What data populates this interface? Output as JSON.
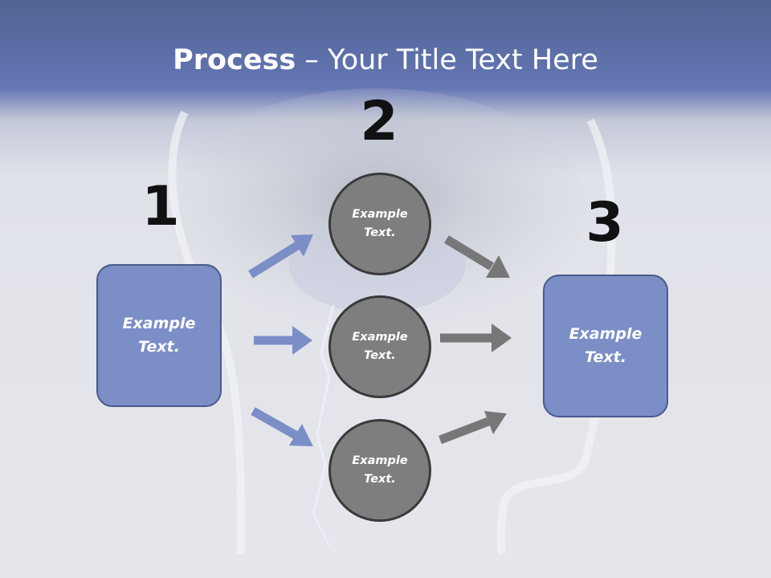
{
  "title": {
    "strong": "Process",
    "rest": " – Your Title Text Here"
  },
  "steps": [
    {
      "number": "1",
      "box_text": "Example\nText."
    },
    {
      "number": "2",
      "circles": [
        "Example\nText.",
        "Example\nText.",
        "Example\nText."
      ]
    },
    {
      "number": "3",
      "box_text": "Example\nText."
    }
  ],
  "colors": {
    "box_fill": "#7b8ec6",
    "circle_fill": "#7e7e7e",
    "arrow_blue": "#7b8ec6",
    "arrow_gray": "#777777",
    "header": "#6576b4"
  }
}
